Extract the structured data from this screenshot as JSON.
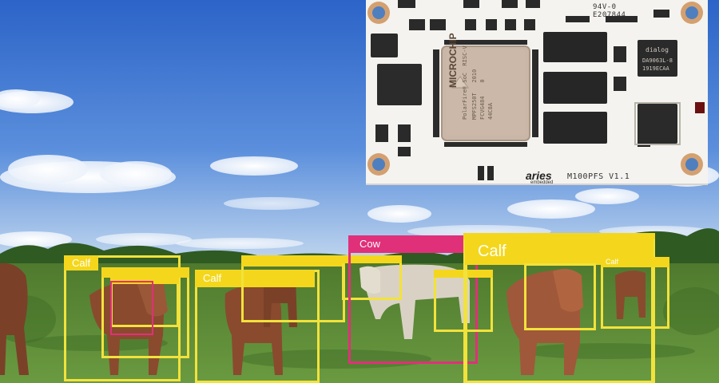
{
  "scene": {
    "colors": {
      "sky_top": "#2c64c8",
      "sky_mid": "#5b8fdc",
      "sky_horizon": "#c9dcf0",
      "grass": "#5f8a3a",
      "grass_dark": "#3f6a26",
      "trees": "#2f5a22",
      "cow_brown": "#8a4a2e",
      "cow_white": "#d9d2c4"
    }
  },
  "detections": [
    {
      "label": "Calf",
      "class": "calf"
    },
    {
      "label": "",
      "class": "calf"
    },
    {
      "label": "",
      "class": "calf"
    },
    {
      "label": "",
      "class": "cow"
    },
    {
      "label": "Calf",
      "class": "calf"
    },
    {
      "label": "",
      "class": "calf"
    },
    {
      "label": "",
      "class": "calf"
    },
    {
      "label": "Cow",
      "class": "cow"
    },
    {
      "label": "",
      "class": "calf"
    },
    {
      "label": "",
      "class": "calf"
    },
    {
      "label": "Calf",
      "class": "calf"
    },
    {
      "label": "",
      "class": "calf"
    },
    {
      "label": "Calf",
      "class": "calf"
    }
  ],
  "board": {
    "silkscreen": {
      "cert_line1": "94V-0",
      "cert_line2": "E207844",
      "model": "M100PFS  V1.1",
      "brand": "aries",
      "brand_sub": "embedded"
    },
    "soc": {
      "brand": "MICROCHIP",
      "line1": "PolarFire® SoC  RISC-V",
      "line2": "MPFS250T   2010",
      "line3": "FCVG484    0",
      "line4": "44C8A"
    },
    "dialog_chip": {
      "brand": "dialog",
      "line1": "DA9063L-8",
      "line2": "1919ECAA"
    }
  }
}
